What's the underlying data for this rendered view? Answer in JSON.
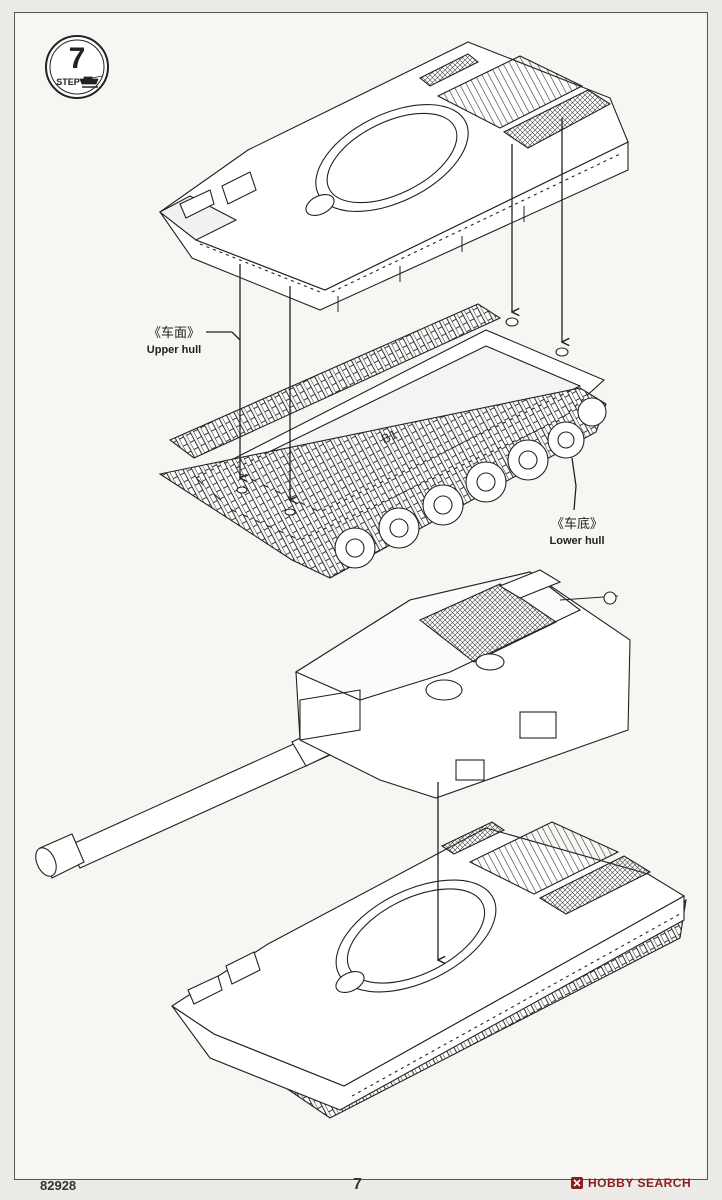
{
  "step": {
    "number": "7",
    "label": "STEP"
  },
  "callouts": {
    "upper_hull": {
      "cn": "《车面》",
      "en": "Upper hull"
    },
    "lower_hull": {
      "cn": "《车底》",
      "en": "Lower hull"
    }
  },
  "parts": {
    "lower_hull_mark": "B1"
  },
  "footer": {
    "kit_number": "82928",
    "page_number": "7",
    "watermark": "HOBBY SEARCH"
  },
  "colors": {
    "line": "#2a2a2a",
    "paper": "#f7f6f3",
    "watermark_brand": "#8a1e1e"
  }
}
